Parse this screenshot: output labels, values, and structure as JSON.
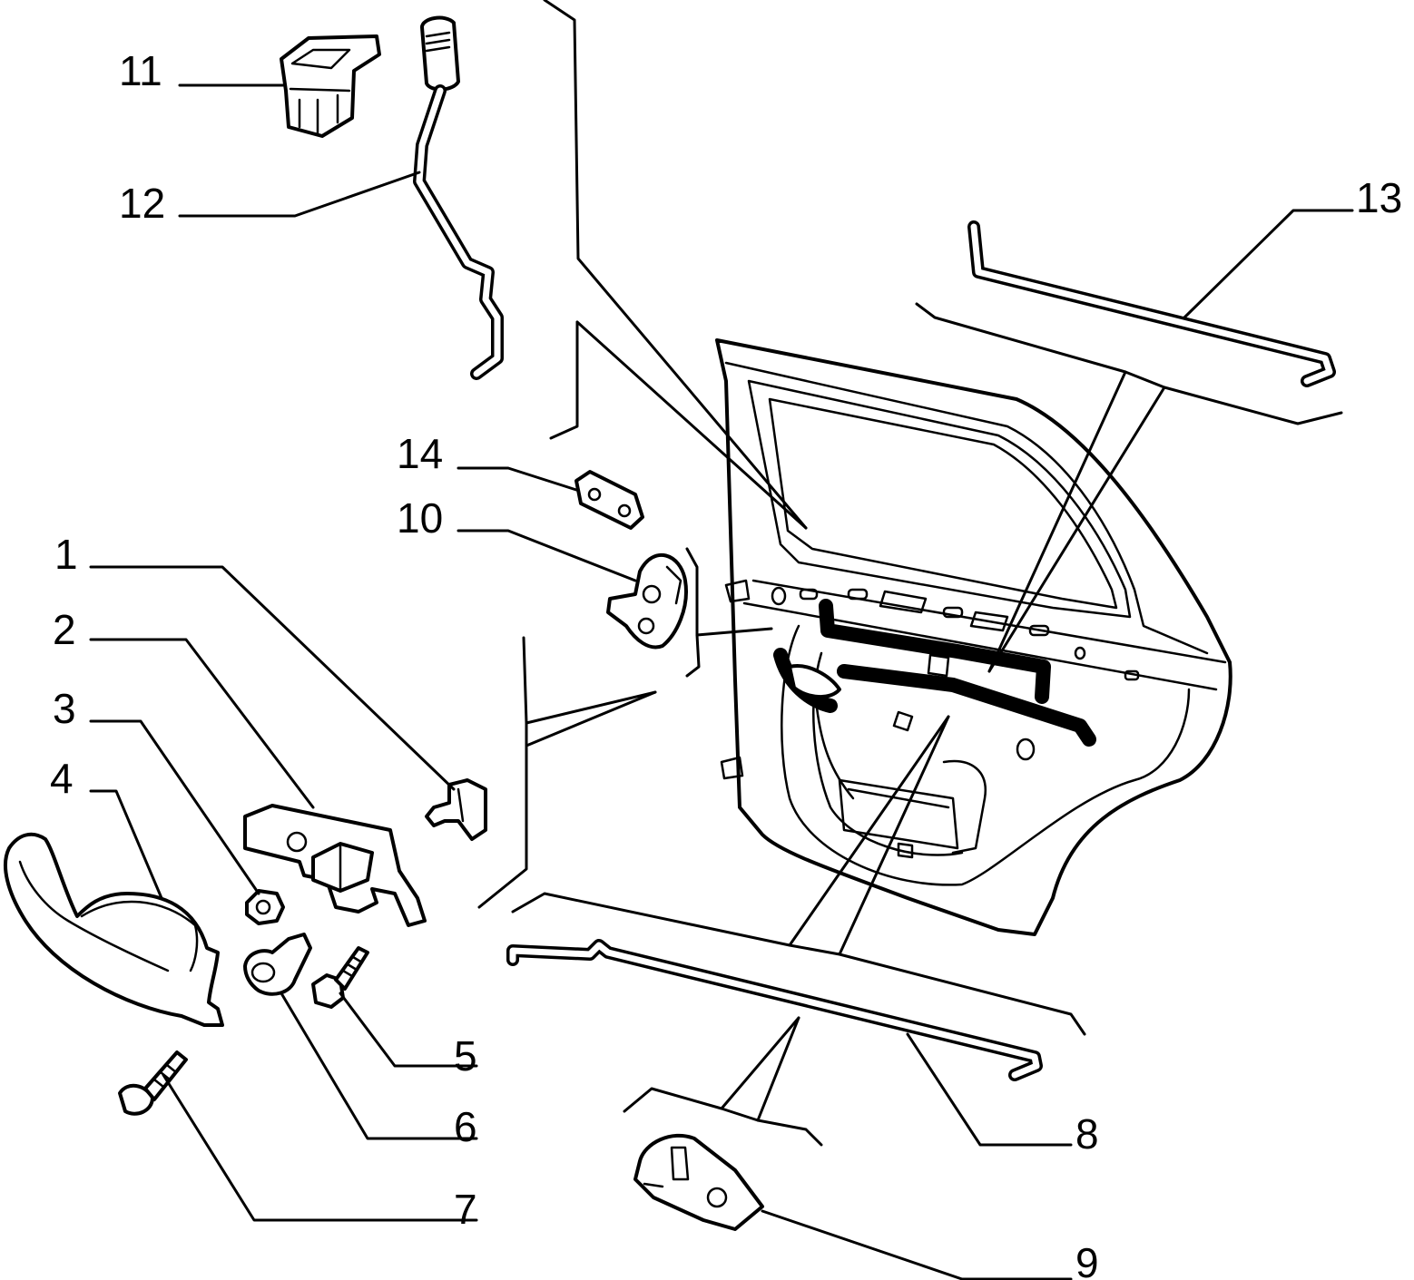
{
  "callouts": [
    {
      "id": "1",
      "text": "1"
    },
    {
      "id": "2",
      "text": "2"
    },
    {
      "id": "3",
      "text": "3"
    },
    {
      "id": "4",
      "text": "4"
    },
    {
      "id": "5",
      "text": "5"
    },
    {
      "id": "6",
      "text": "6"
    },
    {
      "id": "7",
      "text": "7"
    },
    {
      "id": "8",
      "text": "8"
    },
    {
      "id": "9",
      "text": "9"
    },
    {
      "id": "10",
      "text": "10"
    },
    {
      "id": "11",
      "text": "11"
    },
    {
      "id": "12",
      "text": "12"
    },
    {
      "id": "13",
      "text": "13"
    },
    {
      "id": "14",
      "text": "14"
    }
  ],
  "colors": {
    "line": "#000000",
    "background": "#ffffff"
  }
}
